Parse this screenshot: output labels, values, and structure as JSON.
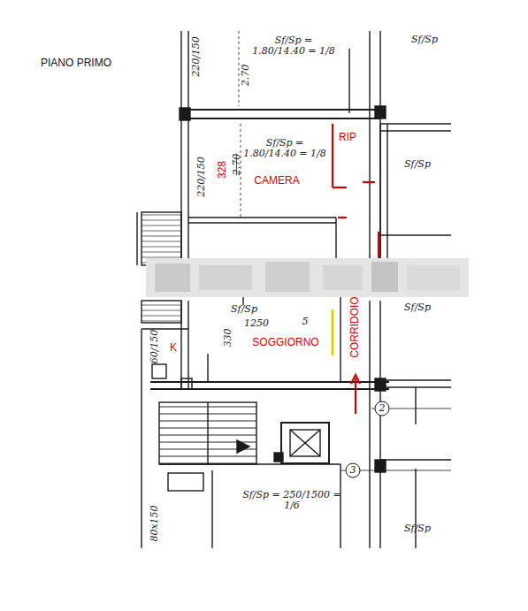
{
  "diagram": {
    "title": "PIANO PRIMO",
    "labels": [
      "Sf/Sp = 1.80/14.40 = 1/8",
      "Sf/Sp",
      "220/150",
      "2.70",
      "Sf/Sp = 1.80/14.40 = 1/8",
      "RIP",
      "Sf/Sp",
      "328",
      "2.70",
      "CAMERA",
      "220/150",
      "Sf/Sp",
      "1250",
      "5",
      "Sf/Sp",
      "330",
      "SOGGIORNO",
      "CORRIDOIO",
      "K",
      "60/150",
      "2",
      "3",
      "Sf/Sp = 250/1500 = 1/6",
      "80x150",
      "Sf/Sp"
    ]
  }
}
